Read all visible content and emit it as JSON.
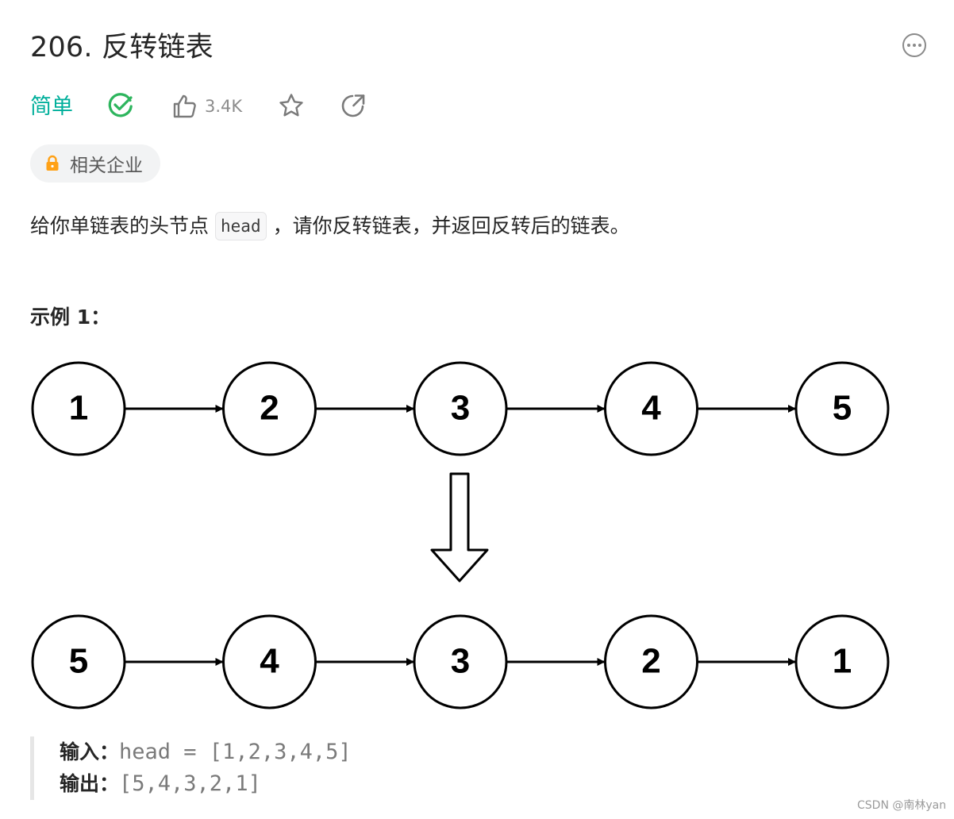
{
  "problem": {
    "title": "206. 反转链表",
    "difficulty": "简单",
    "likes": "3.4K",
    "company_tag": "相关企业",
    "description_before": "给你单链表的头节点",
    "description_code": "head",
    "description_after": "，请你反转链表，并返回反转后的链表。"
  },
  "example": {
    "title": "示例 1：",
    "input_label": "输入：",
    "input_value": "head = [1,2,3,4,5]",
    "output_label": "输出：",
    "output_value": "[5,4,3,2,1]"
  },
  "diagram": {
    "top_nodes": [
      "1",
      "2",
      "3",
      "4",
      "5"
    ],
    "bottom_nodes": [
      "5",
      "4",
      "3",
      "2",
      "1"
    ]
  },
  "colors": {
    "easy": "#00af9b",
    "solved": "#2db55d",
    "icon_gray": "#8a8a8a",
    "lock": "#ffa116"
  },
  "watermark": "CSDN @南林yan"
}
